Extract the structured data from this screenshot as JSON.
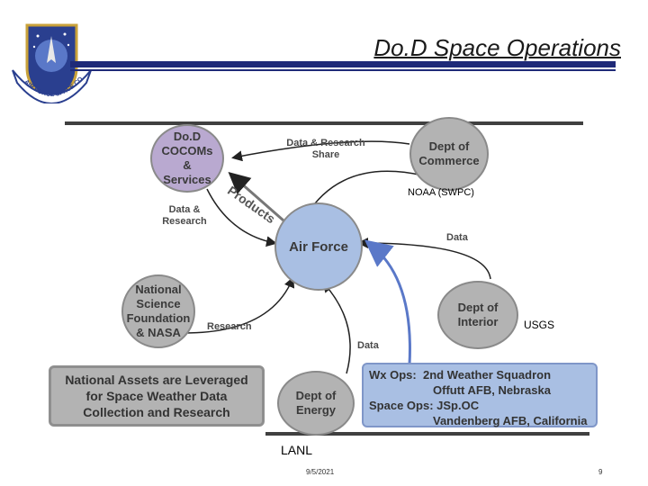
{
  "header": {
    "title": "Do.D Space Operations",
    "logo_text": "AIR FORCE SPACE COMMAND"
  },
  "nodes": {
    "dod": "Do.D COCOMs & Services",
    "commerce": "Dept of Commerce",
    "airforce": "Air Force",
    "nsf": "National Science Foundation & NASA",
    "interior": "Dept of Interior",
    "energy": "Dept of Energy"
  },
  "edge_labels": {
    "data_research_share": "Data & Research Share",
    "products": "Products",
    "data_research": "Data & Research",
    "data_commerce": "Data",
    "research": "Research",
    "data_energy": "Data"
  },
  "agency_labels": {
    "noaa": "NOAA (SWPC)",
    "usgs": "USGS",
    "lanl": "LANL"
  },
  "left_box": "National Assets are Leveraged for Space Weather Data Collection and Research",
  "ops_box": {
    "wx_ops_label": "Wx Ops:",
    "wx_ops_line1": "2nd Weather Squadron",
    "wx_ops_line2": "Offutt AFB, Nebraska",
    "space_ops_label": "Space Ops:",
    "space_ops_line1": "JSp.OC",
    "space_ops_line2": "Vandenberg AFB, California"
  },
  "footer": {
    "date": "9/5/2021",
    "page": "9"
  },
  "colors": {
    "header_bar": "#1f2a78",
    "dod_circle": "#b9a9d0",
    "airforce_circle": "#a9bfe3",
    "gray_node": "#b3b3b3",
    "ops_box": "#a9bfe3",
    "divider": "#404040"
  }
}
